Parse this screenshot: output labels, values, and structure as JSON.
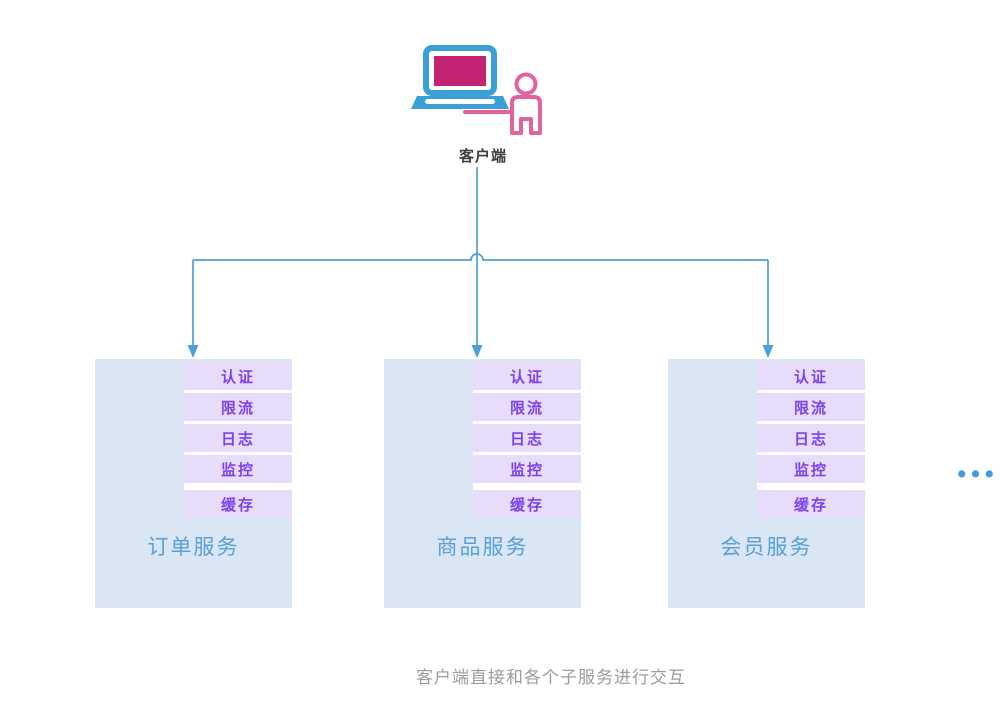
{
  "client": {
    "label": "客户端"
  },
  "features": [
    "认证",
    "限流",
    "日志",
    "监控",
    "缓存"
  ],
  "services": [
    {
      "name": "订单服务"
    },
    {
      "name": "商品服务"
    },
    {
      "name": "会员服务"
    }
  ],
  "more": {
    "ellipsis": "•••"
  },
  "caption": "客户端直接和各个子服务进行交互",
  "colors": {
    "connector_blue": "#4BA0D8",
    "service_box_bg": "#DAE6F3",
    "feature_chip_bg": "#E7DCF9",
    "feature_chip_text": "#7D42ED",
    "service_name_text": "#58A0DA",
    "laptop_blue": "#3B9FD8",
    "screen_magenta": "#C32372",
    "person_pink": "#E2629F",
    "client_label_text": "#3D3D3D",
    "ellipsis_blue": "#3F9EE0",
    "caption_gray": "#9B9B9B"
  }
}
